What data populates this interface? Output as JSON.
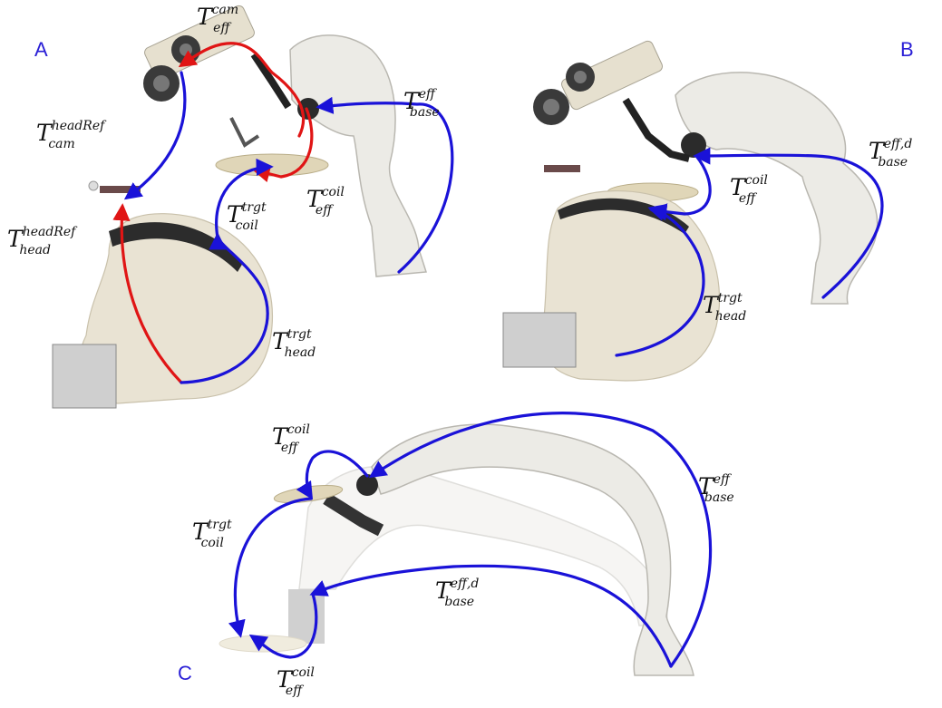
{
  "panels": {
    "a": {
      "letter": "A"
    },
    "b": {
      "letter": "B"
    },
    "c": {
      "letter": "C"
    }
  },
  "labels": {
    "a_eff_cam": {
      "main": "T",
      "sup": "cam",
      "sub": "eff"
    },
    "a_cam_headref": {
      "main": "T",
      "sup": "headRef",
      "sub": "cam"
    },
    "a_base_eff": {
      "main": "T",
      "sup": "eff",
      "sub": "base"
    },
    "a_coil_trgt": {
      "main": "T",
      "sup": "trgt",
      "sub": "coil"
    },
    "a_eff_coil": {
      "main": "T",
      "sup": "coil",
      "sub": "eff"
    },
    "a_head_headref": {
      "main": "T",
      "sup": "headRef",
      "sub": "head"
    },
    "a_head_trgt": {
      "main": "T",
      "sup": "trgt",
      "sub": "head"
    },
    "b_base_effd": {
      "main": "T",
      "sup": "eff,d",
      "sub": "base"
    },
    "b_eff_coil": {
      "main": "T",
      "sup": "coil",
      "sub": "eff"
    },
    "b_head_trgt": {
      "main": "T",
      "sup": "trgt",
      "sub": "head"
    },
    "c_eff_coil_top": {
      "main": "T",
      "sup": "coil",
      "sub": "eff"
    },
    "c_base_eff": {
      "main": "T",
      "sup": "eff",
      "sub": "base"
    },
    "c_coil_trgt": {
      "main": "T",
      "sup": "trgt",
      "sub": "coil"
    },
    "c_base_effd": {
      "main": "T",
      "sup": "eff,d",
      "sub": "base"
    },
    "c_eff_coil_bottom": {
      "main": "T",
      "sup": "coil",
      "sub": "eff"
    }
  },
  "colors": {
    "arrow_primary": "#1a12d8",
    "arrow_calibration": "#e01515",
    "panel_letter": "#2a1fd6"
  },
  "icons": {
    "robot_arm": "kuka-robot-arm-icon",
    "head_phantom": "head-phantom-icon",
    "camera": "stereo-camera-icon",
    "coil": "tms-coil-icon"
  }
}
